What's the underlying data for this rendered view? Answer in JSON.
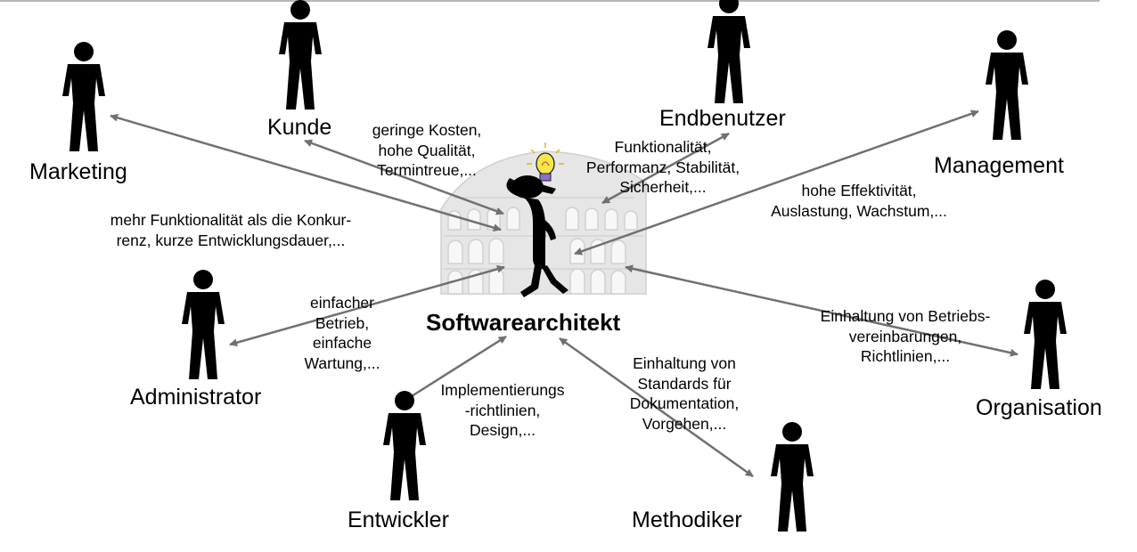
{
  "colors": {
    "arrow": "#707070",
    "figure": "#000000",
    "colosseum": "#e3e3e3",
    "bulb": "#f6e84a"
  },
  "center": {
    "label": "Softwarearchitekt",
    "figure_icon": "thinking-architect-icon",
    "idea_icon": "lightbulb-icon",
    "background_icon": "colosseum-icon"
  },
  "stakeholders": {
    "marketing": {
      "label": "Marketing",
      "requirement": "mehr Funktionalität als die Konkur-\nrenz, kurze Entwicklungsdauer,..."
    },
    "kunde": {
      "label": "Kunde",
      "requirement": "geringe Kosten,\nhohe Qualität,\nTermintreue,..."
    },
    "endbenutzer": {
      "label": "Endbenutzer",
      "requirement": "Funktionalität,\nPerformanz, Stabilität,\nSicherheit,..."
    },
    "management": {
      "label": "Management",
      "requirement": "hohe Effektivität,\nAuslastung, Wachstum,..."
    },
    "administrator": {
      "label": "Administrator",
      "requirement": "einfacher\nBetrieb,\neinfache\nWartung,..."
    },
    "organisation": {
      "label": "Organisation",
      "requirement": "Einhaltung von Betriebs-\nvereinbarungen,\nRichtlinien,..."
    },
    "entwickler": {
      "label": "Entwickler",
      "requirement": "Implementierungs\n-richtlinien,\nDesign,..."
    },
    "methodiker": {
      "label": "Methodiker",
      "requirement": "Einhaltung von\nStandards für\nDokumentation,\nVorgehen,..."
    }
  }
}
